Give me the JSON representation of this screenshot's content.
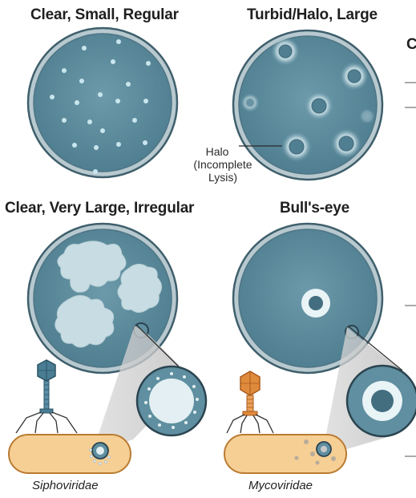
{
  "panels": {
    "clear_small": {
      "title": "Clear, Small, Regular"
    },
    "turbid_halo": {
      "title": "Turbid/Halo, Large",
      "annotation": [
        "Halo",
        "(Incomplete",
        "Lysis)"
      ]
    },
    "clear_large": {
      "title": "Clear, Very Large, Irregular"
    },
    "bulls_eye": {
      "title": "Bull's-eye"
    }
  },
  "right_edge_partial_text": "C",
  "phages": {
    "left": {
      "family": "Siphoviridae",
      "color": "#4a7d93"
    },
    "right": {
      "family": "Mycoviridae",
      "color": "#e08a3c"
    }
  },
  "colors": {
    "plate_fill": "#5f8fa0",
    "plate_rim": "#3f5f6c",
    "plaque": "#c9e6ee",
    "bacterium": "#f6cf95",
    "bacterium_edge": "#b97b32"
  }
}
